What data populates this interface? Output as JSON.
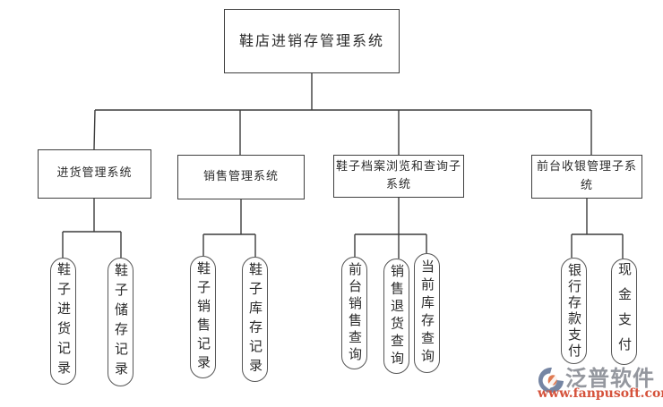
{
  "diagram": {
    "root": {
      "label": "鞋店进销存管理系统"
    },
    "branches": [
      {
        "label": "进货管理系统",
        "children": [
          "鞋子进货记录",
          "鞋子储存记录"
        ]
      },
      {
        "label": "销售管理系统",
        "children": [
          "鞋子销售记录",
          "鞋子库存记录"
        ]
      },
      {
        "label": "鞋子档案浏览和查询子\n系统",
        "children": [
          "前台销售查询",
          "销售退货查询",
          "当前库存查询"
        ]
      },
      {
        "label": "前台收银管理子系\n统",
        "children": [
          "银行存款支付",
          "现金支付"
        ]
      }
    ]
  },
  "watermark": {
    "brand": "泛普软件",
    "url": "www.fanpusoft.com",
    "brand_color": "#94979e",
    "url_color": "#d5523b",
    "logo_blue": "#7585a3",
    "logo_orange": "#e07a52"
  },
  "colors": {
    "background": "#ffffff",
    "line": "#3c3c3c",
    "box_border": "#3f3f3f",
    "text": "#2b2b2b"
  }
}
